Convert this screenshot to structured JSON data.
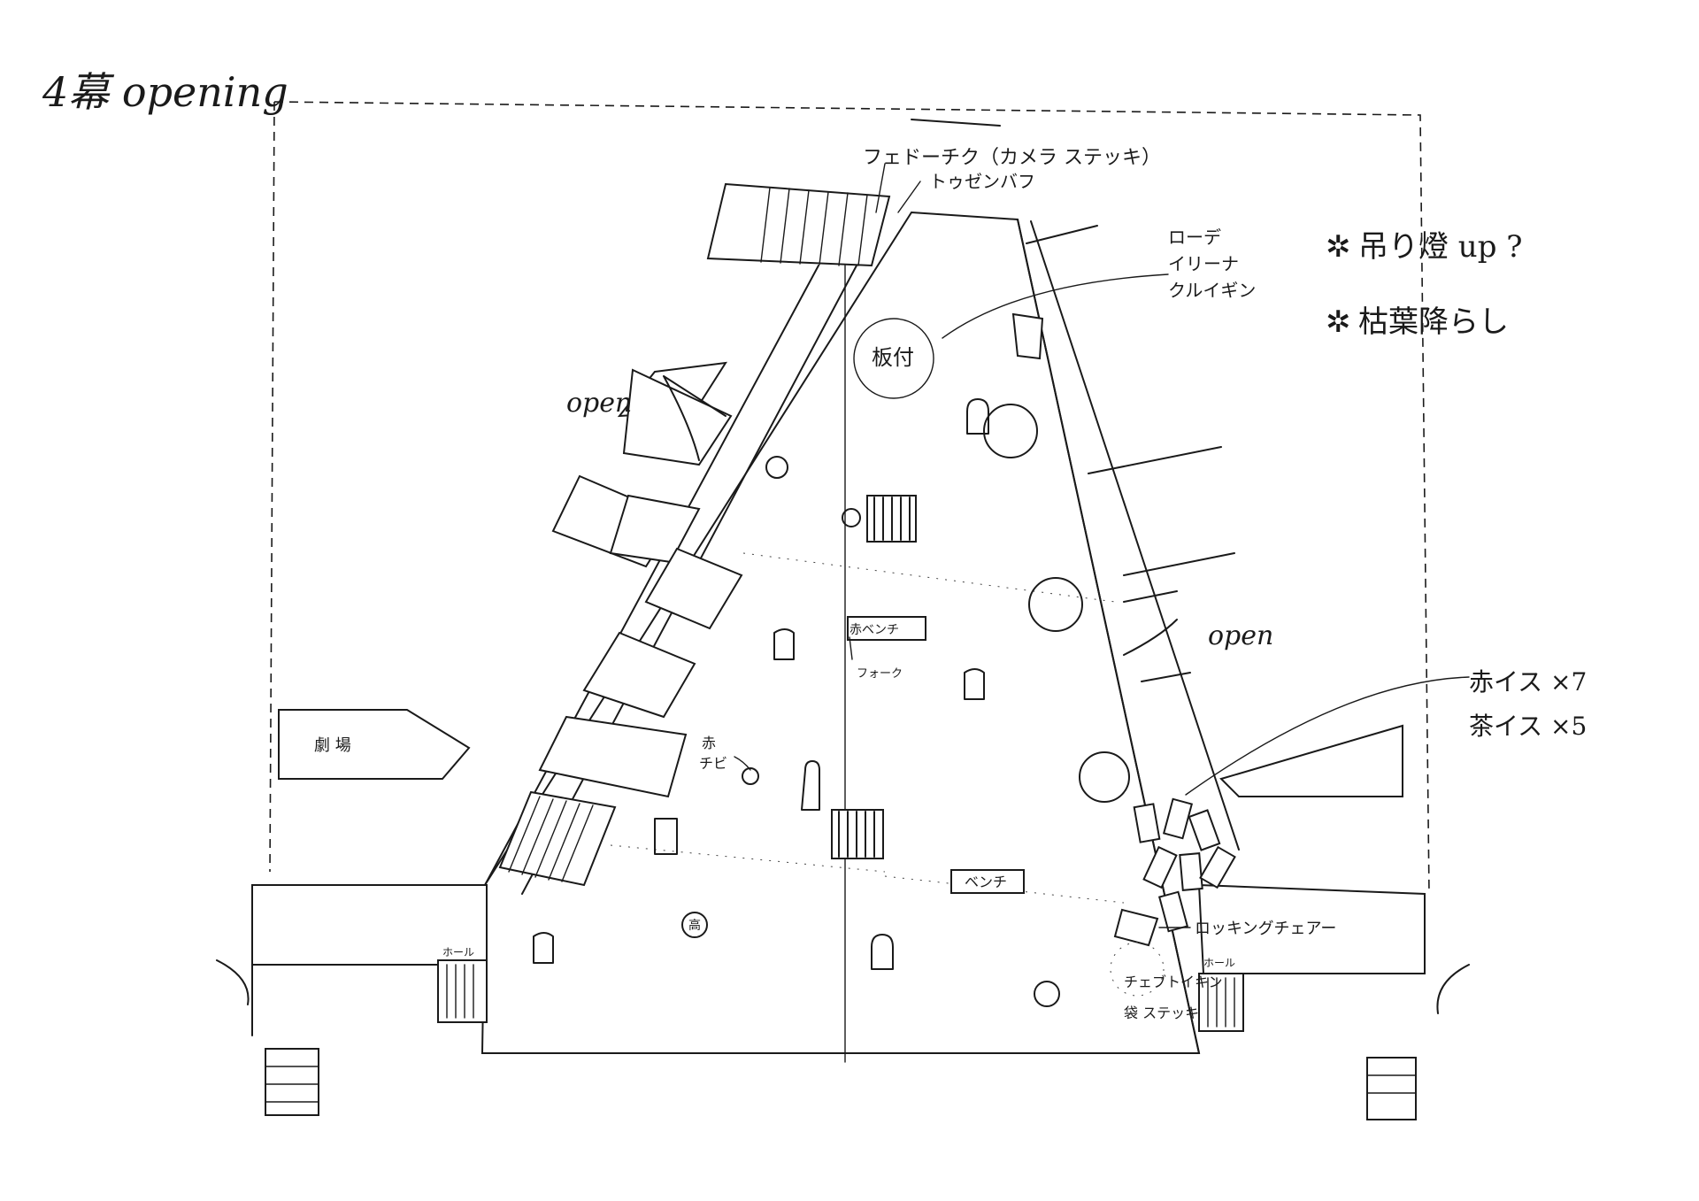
{
  "title": "4幕 opening",
  "notes": {
    "note_1": "吊り燈 up ?",
    "note_2": "枯葉降らし",
    "star": "✲"
  },
  "callouts": {
    "entrance_top": "フェドーチク（カメラ ステッキ）",
    "trozen": "トゥゼンバフ",
    "roden_line1": "ローデ",
    "roden_line2": "イリーナ",
    "roden_line3": "クルイギン",
    "itatsuki": "板付",
    "open_left": "open",
    "open_right": "open",
    "red_bench": "赤ベンチ",
    "fork": "フォーク",
    "aka_chibi_1": "赤",
    "aka_chibi_2": "チビ",
    "bench": "ベンチ",
    "taka": "高",
    "chairs_red": "赤イス ×7",
    "chairs_tea": "茶イス ×5",
    "rocking_chair": "ロッキングチェアー",
    "chebutykin_1": "チェブトイキン",
    "chebutykin_2": "袋 ステッキ",
    "theatre": "劇 場",
    "hall_left": "ホール",
    "hall_right": "ホール"
  },
  "colors": {
    "ink": "#1a1a1a",
    "paper": "#ffffff"
  }
}
